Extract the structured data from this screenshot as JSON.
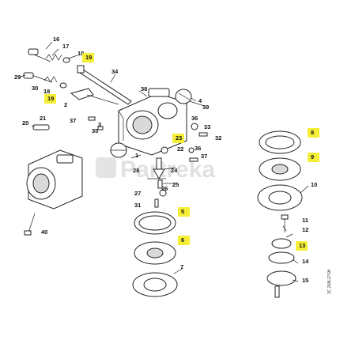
{
  "watermark": "Partreka",
  "drawing_code": "3C 208L27SH",
  "highlight_color": "#f5ee36",
  "labels": [
    "16",
    "17",
    "18",
    "19",
    "29",
    "18",
    "30",
    "19",
    "34",
    "2",
    "38",
    "4",
    "39",
    "20",
    "21",
    "37",
    "3",
    "35",
    "36",
    "33",
    "32",
    "1",
    "23",
    "22",
    "36",
    "37",
    "28",
    "24",
    "25",
    "26",
    "27",
    "31",
    "5",
    "6",
    "7",
    "40",
    "8",
    "9",
    "10",
    "11",
    "12",
    "13",
    "14",
    "15"
  ],
  "highlighted": [
    3,
    7,
    22,
    32,
    33,
    36,
    37,
    41
  ]
}
